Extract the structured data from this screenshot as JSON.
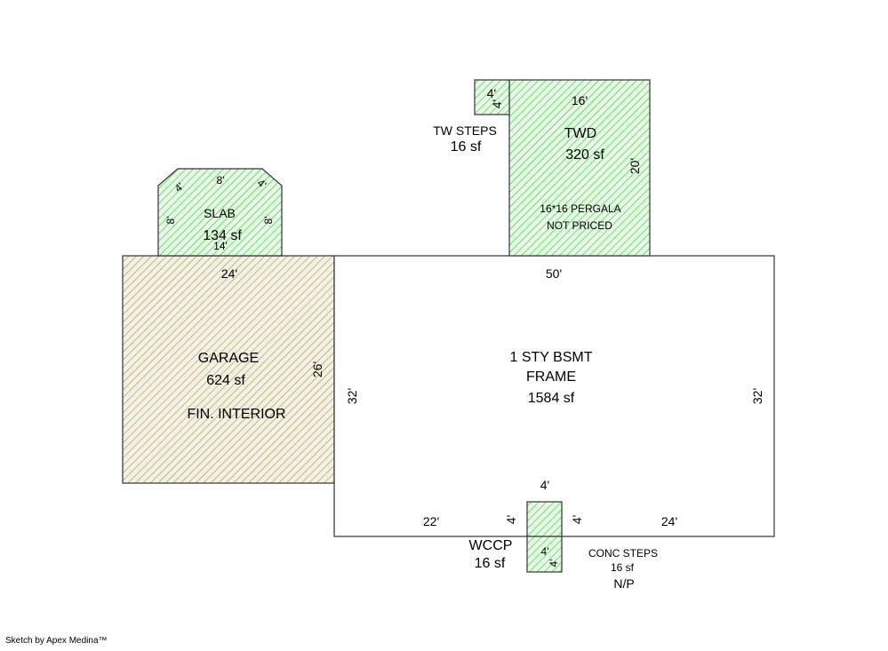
{
  "labels": {
    "garage_name": "GARAGE",
    "garage_area": "624 sf",
    "garage_note": "FIN. INTERIOR",
    "garage_top": "24'",
    "garage_right": "26'",
    "house_name1": "1 STY BSMT",
    "house_name2": "FRAME",
    "house_area": "1584 sf",
    "house_top": "50'",
    "house_left": "32'",
    "house_right": "32'",
    "house_bottom_left": "22'",
    "house_bottom_right": "24'",
    "slab_name": "SLAB",
    "slab_area": "134 sf",
    "slab_top": "8'",
    "slab_corner_left": "4'",
    "slab_corner_right": "4'",
    "slab_left": "8'",
    "slab_right": "8'",
    "slab_bottom": "14'",
    "twd_name": "TWD",
    "twd_area": "320 sf",
    "twd_top": "16'",
    "twd_side": "20'",
    "twd_note1": "16*16 PERGALA",
    "twd_note2": "NOT PRICED",
    "tw_steps_name": "TW STEPS",
    "tw_steps_area": "16 sf",
    "tw_steps_top": "4'",
    "tw_steps_side": "4'",
    "wccp_name": "WCCP",
    "wccp_area": "16 sf",
    "wccp_top": "4'",
    "wccp_left": "4'",
    "wccp_right": "4'",
    "conc_top": "4'",
    "conc_side": "4'",
    "conc_name": "CONC STEPS",
    "conc_area": "16 sf",
    "conc_note": "N/P"
  },
  "credit": "Sketch by Apex Medina™",
  "colors": {
    "green_hatch": "#3cc43c",
    "green_fill": "#e6fae6",
    "olive_hatch": "#a39a52",
    "olive_fill": "#f4f1e4",
    "outline": "#333333"
  }
}
